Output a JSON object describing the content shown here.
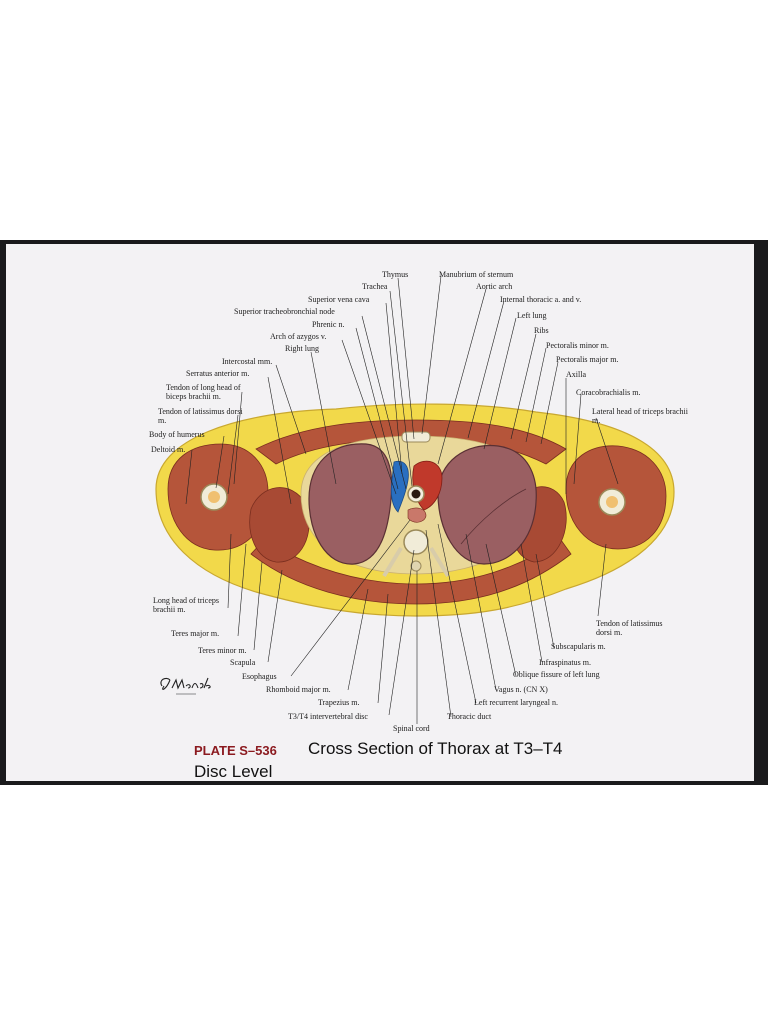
{
  "plate": {
    "number": "PLATE S–536",
    "title": "Cross Section of Thorax at T3–T4",
    "title_line2": "Disc Level",
    "signature": "C.Machado"
  },
  "labels": {
    "thymus": "Thymus",
    "trachea": "Trachea",
    "svc": "Superior vena cava",
    "sup_tracheo_node": "Superior tracheobronchial node",
    "phrenic": "Phrenic n.",
    "arch_azygos": "Arch of azygos v.",
    "right_lung": "Right lung",
    "intercostal": "Intercostal mm.",
    "serratus": "Serratus anterior m.",
    "tendon_biceps": "Tendon of long head of biceps brachii m.",
    "tendon_lat_left": "Tendon of latissimus dorsi m.",
    "humerus": "Body of humerus",
    "deltoid": "Deltoid m.",
    "long_triceps": "Long head of triceps brachii m.",
    "teres_major": "Teres major m.",
    "teres_minor": "Teres minor m.",
    "scapula": "Scapula",
    "esophagus": "Esophagus",
    "rhomboid": "Rhomboid major m.",
    "trapezius": "Trapezius m.",
    "t3t4_disc": "T3/T4 intervertebral disc",
    "spinal_cord": "Spinal cord",
    "manubrium": "Manubrium of sternum",
    "aortic_arch": "Aortic arch",
    "internal_thoracic": "Internal thoracic a. and v.",
    "left_lung": "Left lung",
    "ribs": "Ribs",
    "pec_minor": "Pectoralis minor m.",
    "pec_major": "Pectoralis major m.",
    "axilla": "Axilla",
    "coracobrachialis": "Coracobrachialis m.",
    "lat_triceps": "Lateral head of triceps brachii m.",
    "tendon_lat_right": "Tendon of latissimus dorsi m.",
    "subscapularis": "Subscapularis m.",
    "infraspinatus": "Infraspinatus m.",
    "oblique_fissure": "Oblique fissure of left lung",
    "vagus": "Vagus n. (CN X)",
    "left_recurrent": "Left recurrent laryngeal n.",
    "thoracic_duct": "Thoracic duct"
  },
  "colors": {
    "fat": "#f2d94a",
    "muscle": "#b5553a",
    "lung": "#9a5f62",
    "vein": "#2a6fc0",
    "artery": "#c0392b",
    "bone": "#f1ecd8",
    "accent": "#8b1a1f"
  }
}
